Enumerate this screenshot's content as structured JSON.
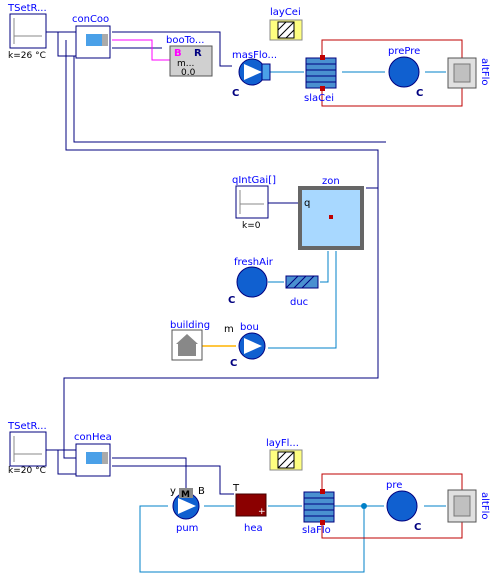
{
  "components": {
    "TSetRooCoo": {
      "name": "TSetR...",
      "param": "k=26 °C"
    },
    "conCoo": {
      "name": "conCoo"
    },
    "booToRea": {
      "name": "booTo...",
      "param1": "m...",
      "param2": "0.0",
      "b": "B",
      "r": "R"
    },
    "layCei": {
      "name": "layCei"
    },
    "masFloSou": {
      "name": "masFlo..."
    },
    "slaCei": {
      "name": "slaCei"
    },
    "prePreCei": {
      "name": "prePre"
    },
    "altFloCei": {
      "name": "altFlo"
    },
    "qIntGai": {
      "name": "qIntGai[]",
      "param": "k=0"
    },
    "zon": {
      "name": "zon",
      "port": "q"
    },
    "freshAir": {
      "name": "freshAir"
    },
    "duc": {
      "name": "duc"
    },
    "building": {
      "name": "building"
    },
    "bou": {
      "name": "bou",
      "port": "m"
    },
    "TSetRooHea": {
      "name": "TSetR...",
      "param": "k=20 °C"
    },
    "conHea": {
      "name": "conHea"
    },
    "layFlo": {
      "name": "layFl..."
    },
    "pum": {
      "name": "pum",
      "y": "y",
      "m": "M"
    },
    "hea": {
      "name": "hea",
      "t": "T"
    },
    "slaFlo": {
      "name": "slaFlo"
    },
    "preFlo": {
      "name": "pre"
    },
    "altFlo2": {
      "name": "altFlo"
    }
  },
  "port_letters": {
    "c": "C",
    "b": "B"
  }
}
